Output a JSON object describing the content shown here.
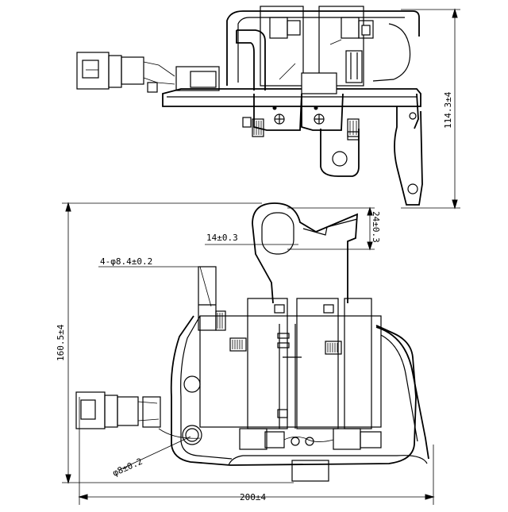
{
  "drawing": {
    "dimensions": {
      "height_top_view": "114.3±4",
      "slot_width": "14±0.3",
      "slot_length": "24±0.3",
      "mount_holes": "4-φ8.4±0.2",
      "total_height": "160.5±4",
      "locating_hole": "φ8±0.2",
      "total_width": "200±4"
    }
  }
}
